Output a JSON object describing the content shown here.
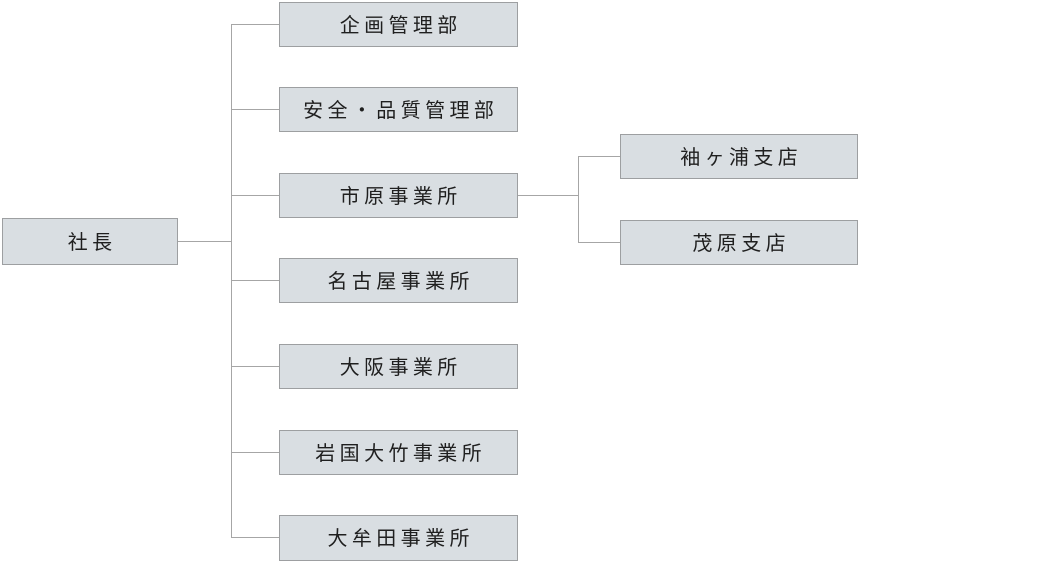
{
  "org_chart": {
    "type": "organization-chart",
    "root": {
      "label": "社長"
    },
    "departments": [
      {
        "label": "企画管理部"
      },
      {
        "label": "安全・品質管理部"
      },
      {
        "label": "市原事業所"
      },
      {
        "label": "名古屋事業所"
      },
      {
        "label": "大阪事業所"
      },
      {
        "label": "岩国大竹事業所"
      },
      {
        "label": "大牟田事業所"
      }
    ],
    "branches": [
      {
        "label": "袖ヶ浦支店",
        "parent": "市原事業所"
      },
      {
        "label": "茂原支店",
        "parent": "市原事業所"
      }
    ],
    "colors": {
      "background": "#ffffff",
      "box_fill": "#d9dee2",
      "box_border": "#9d9fa1",
      "connector_line": "#a6a6a6",
      "text": "#1f1f1f"
    }
  }
}
